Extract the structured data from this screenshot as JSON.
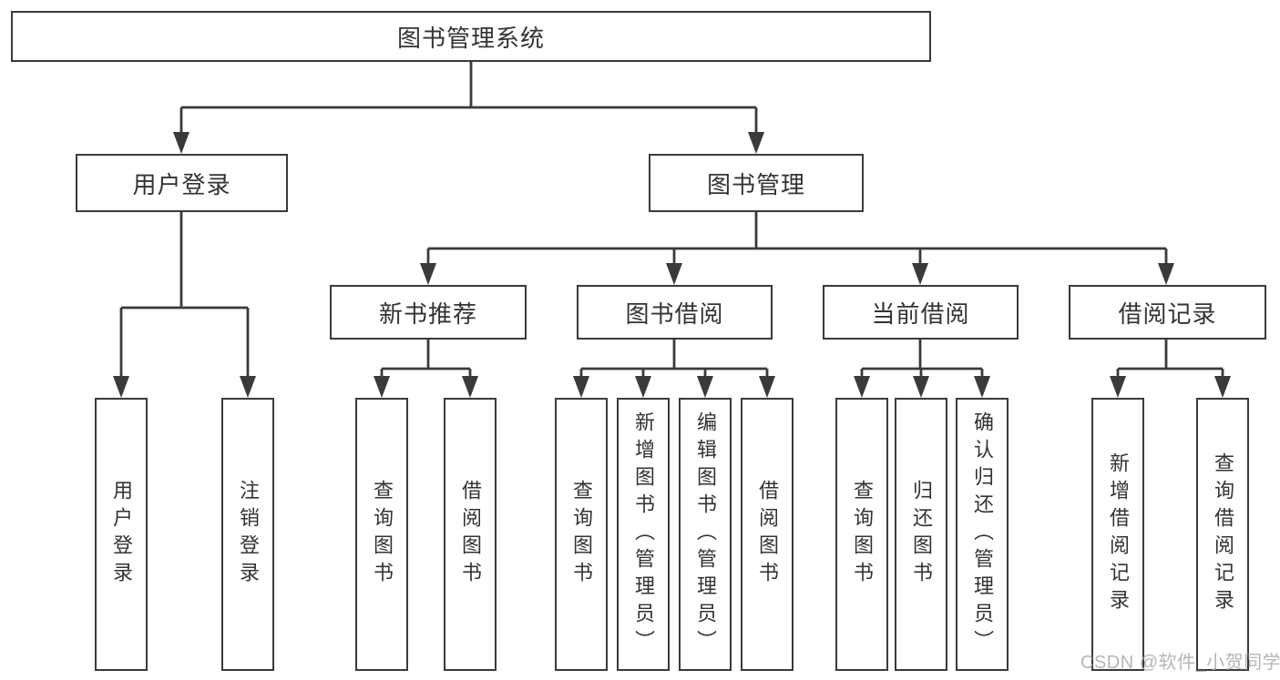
{
  "root": {
    "label": "图书管理系统"
  },
  "level2": [
    {
      "label": "用户登录"
    },
    {
      "label": "图书管理"
    }
  ],
  "level3": [
    {
      "label": "新书推荐"
    },
    {
      "label": "图书借阅"
    },
    {
      "label": "当前借阅"
    },
    {
      "label": "借阅记录"
    }
  ],
  "leafGroups": [
    {
      "parent": "用户登录",
      "leaves": [
        "用户登录",
        "注销登录"
      ]
    },
    {
      "parent": "新书推荐",
      "leaves": [
        "查询图书",
        "借阅图书"
      ]
    },
    {
      "parent": "图书借阅",
      "leaves": [
        "查询图书",
        "新增图书（管理员）",
        "编辑图书（管理员）",
        "借阅图书"
      ]
    },
    {
      "parent": "当前借阅",
      "leaves": [
        "查询图书",
        "归还图书",
        "确认归还（管理员）"
      ]
    },
    {
      "parent": "借阅记录",
      "leaves": [
        "新增借阅记录",
        "查询借阅记录"
      ]
    }
  ],
  "watermark": {
    "text": "CSDN @软件_小贺同学"
  },
  "colors": {
    "line": "#3a3a3a",
    "text": "#333333",
    "background": "#ffffff",
    "watermark": "#a9a9a9"
  }
}
